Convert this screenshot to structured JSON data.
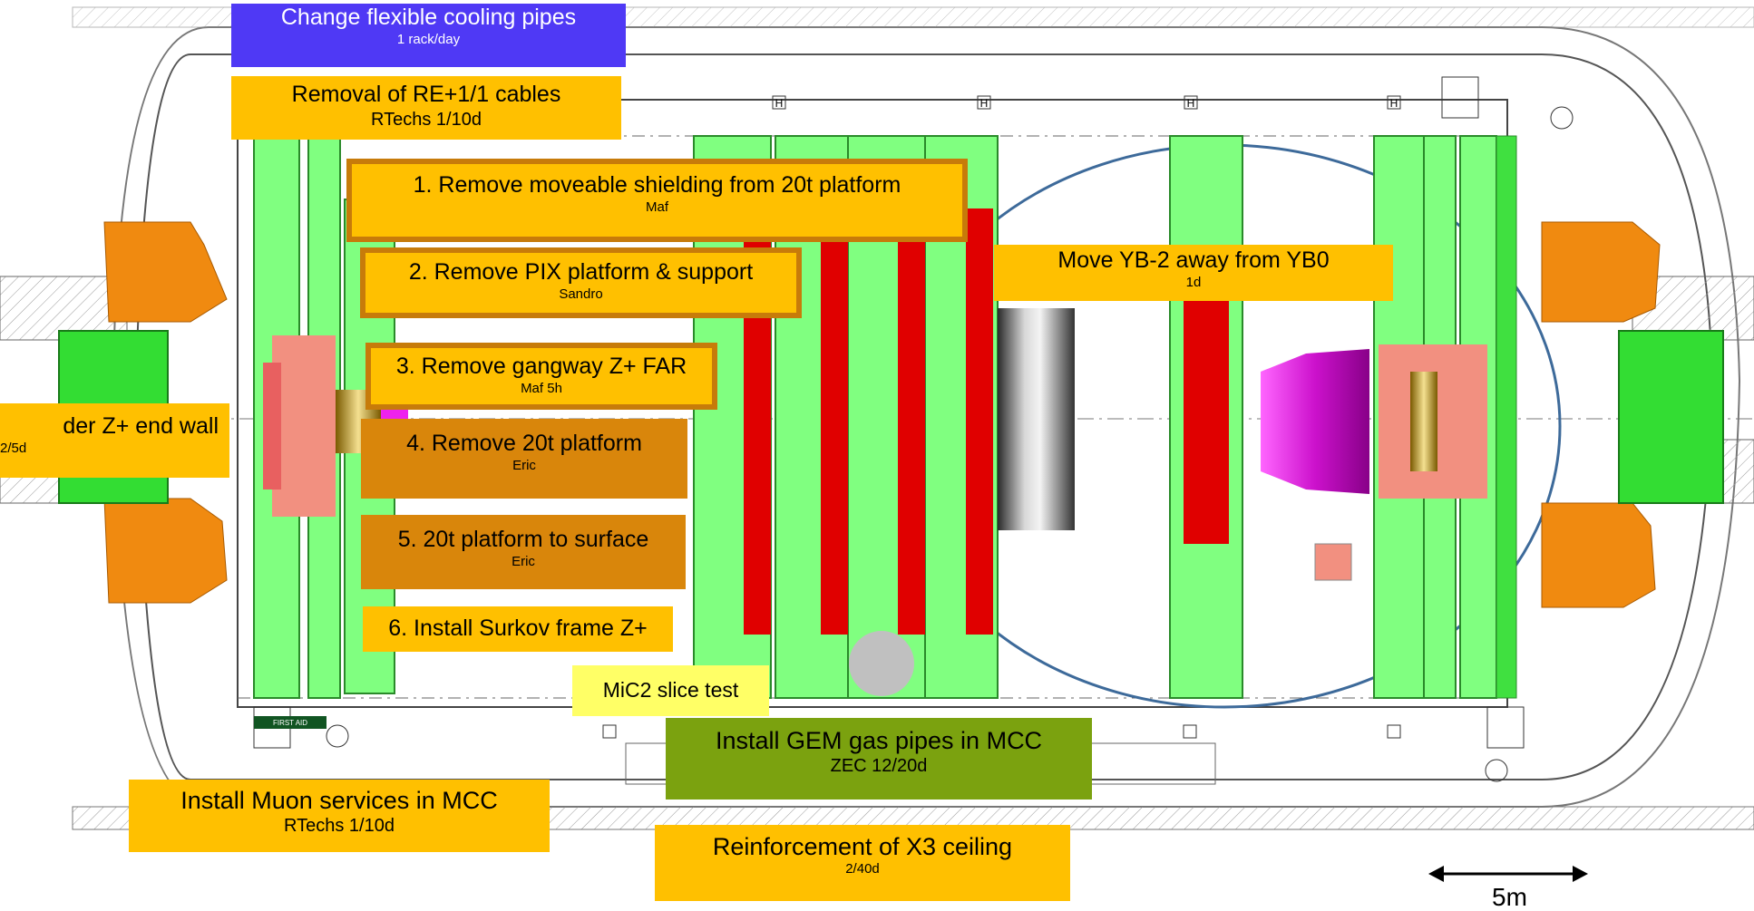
{
  "tasks": {
    "cooling": {
      "title": "Change flexible cooling pipes",
      "sub": "1 rack/day"
    },
    "re_cables": {
      "title": "Removal of RE+1/1 cables",
      "sub": "RTechs   1/10d"
    },
    "step1": {
      "title": "1. Remove moveable shielding from 20t platform",
      "sub": "Maf"
    },
    "step2": {
      "title": "2. Remove PIX platform & support",
      "sub": "Sandro"
    },
    "step3": {
      "title": "3. Remove gangway Z+ FAR",
      "sub": "Maf 5h"
    },
    "step4": {
      "title": "4. Remove 20t platform",
      "sub": "Eric"
    },
    "step5": {
      "title": "5. 20t platform to surface",
      "sub": "Eric"
    },
    "step6": {
      "title": "6. Install Surkov frame Z+"
    },
    "move_yb": {
      "title": "Move YB-2 away from YB0",
      "sub": "1d"
    },
    "end_wall": {
      "title": "der Z+ end wall",
      "sub": "2/5d"
    },
    "mic2": {
      "title": "MiC2 slice test"
    },
    "gem": {
      "title": "Install GEM gas pipes in MCC",
      "sub": "ZEC   12/20d"
    },
    "muon": {
      "title": "Install Muon services in MCC",
      "sub": "RTechs   1/10d"
    },
    "x3": {
      "title": "Reinforcement of X3 ceiling",
      "sub": "2/40d"
    }
  },
  "drawing": {
    "h_marker": "H",
    "first_aid": "FIRST AID"
  },
  "scale": {
    "label": "5m"
  },
  "colors": {
    "yellow_box": "#ffc000",
    "orange_box": "#d9860b",
    "blue_box": "#4f39f5",
    "green_box": "#7ba20f",
    "light_yellow_box": "#ffff66",
    "wheel_green": "#80ff80",
    "coil_red": "#e00000",
    "endcap_orange": "#f08a10",
    "magenta": "#ee22ee",
    "ellipse_blue": "#3d6a9a"
  }
}
